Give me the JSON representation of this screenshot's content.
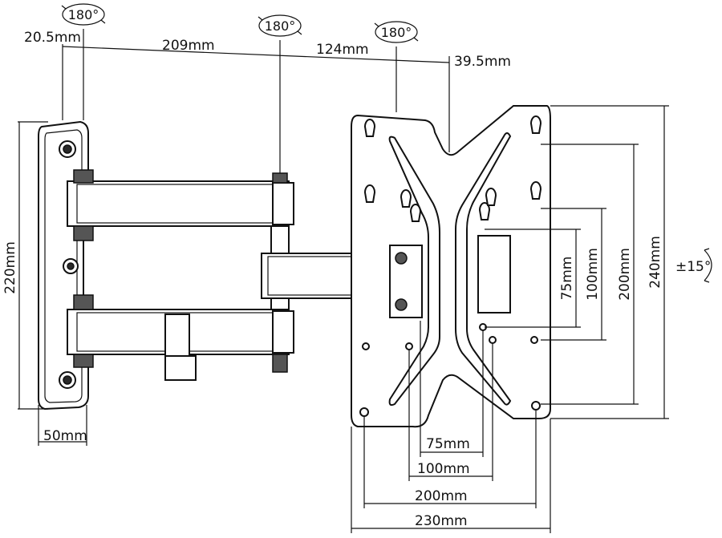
{
  "rotation_labels": [
    "180°",
    "180°",
    "180°"
  ],
  "dimensions": {
    "arm_offset_top": "20.5mm",
    "arm_first": "209mm",
    "arm_second": "124mm",
    "arm_offset_right": "39.5mm",
    "wall_plate_height": "220mm",
    "wall_plate_width": "50mm",
    "vesa_h_75": "75mm",
    "vesa_h_100": "100mm",
    "vesa_h_200": "200mm",
    "vesa_h_230": "230mm",
    "vesa_v_75": "75mm",
    "vesa_v_100": "100mm",
    "vesa_v_200": "200mm",
    "vesa_v_240": "240mm",
    "tilt": "±15°"
  },
  "colors": {
    "line": "#111111",
    "background": "#ffffff",
    "dark_part": "#2a2a2a"
  }
}
